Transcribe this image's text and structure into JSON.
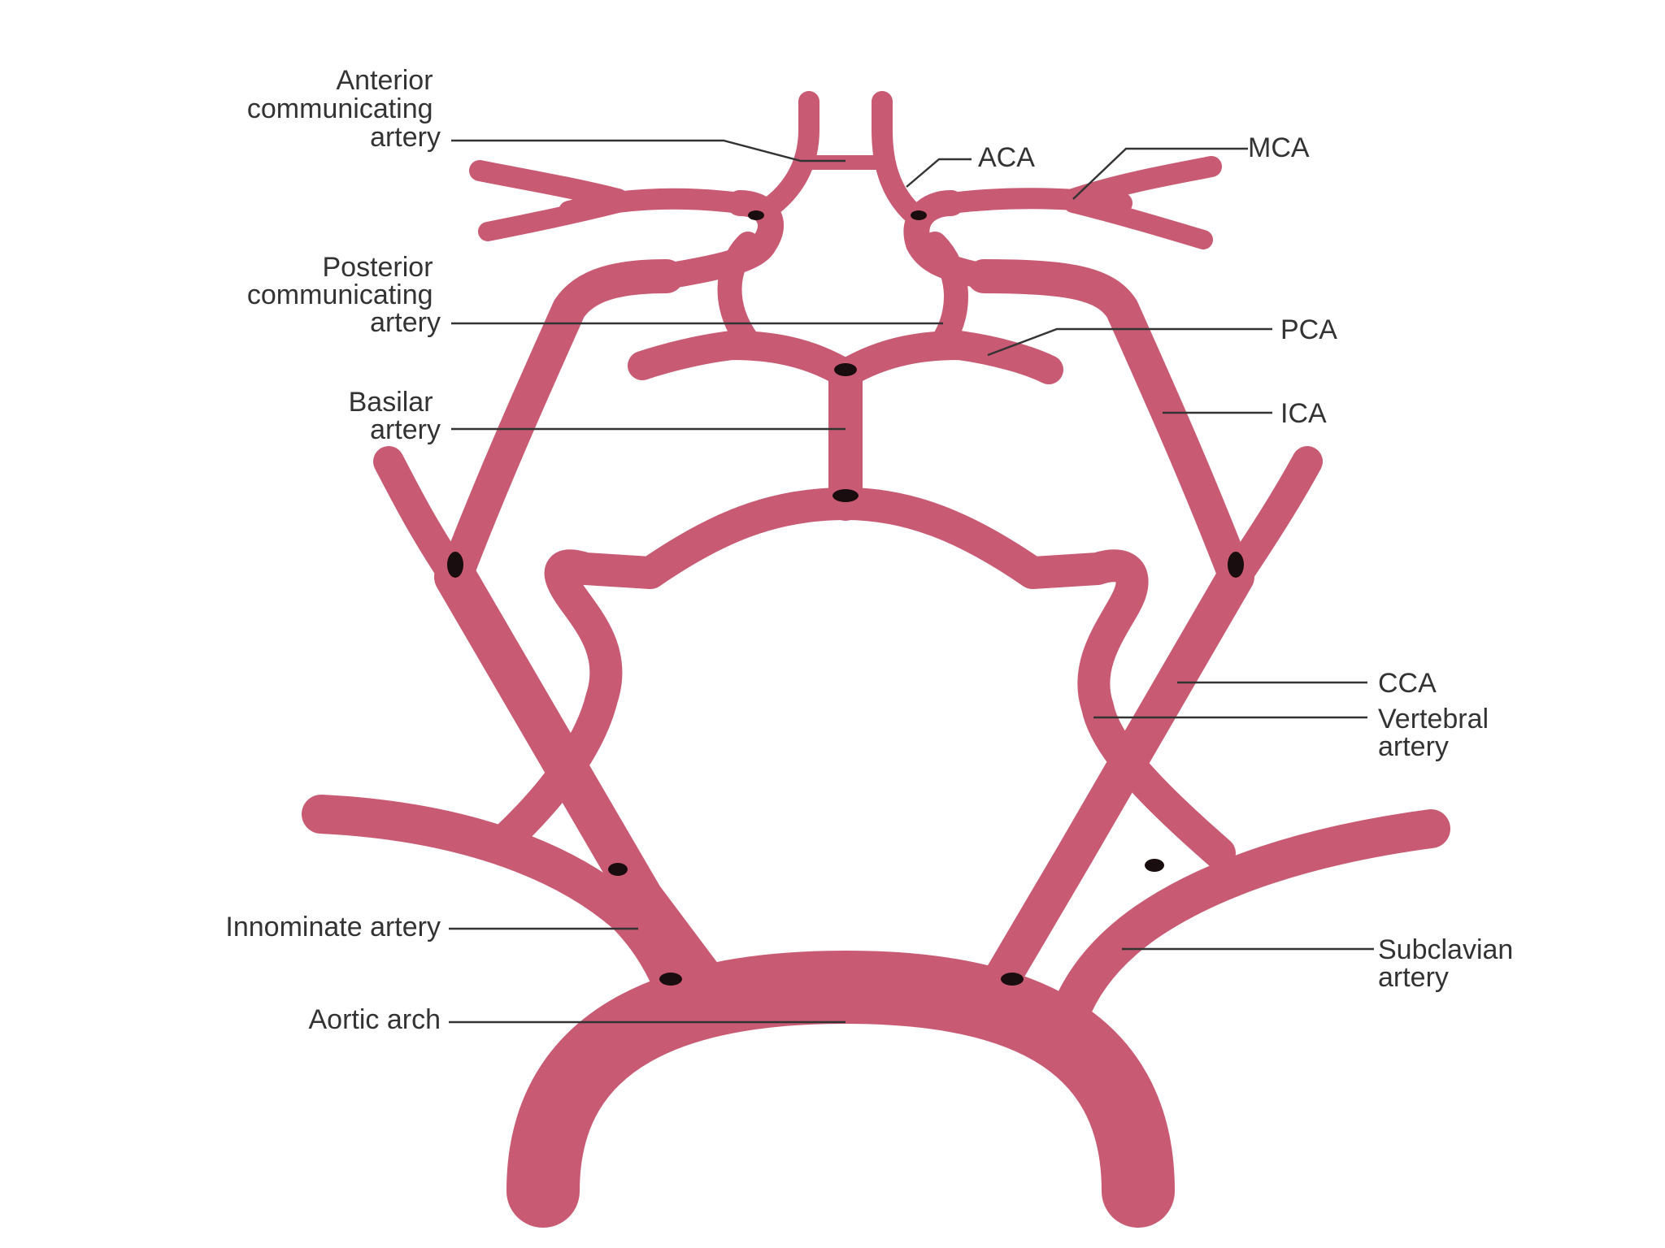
{
  "colors": {
    "artery": "#c95a73",
    "artery_dark": "#1a0d10",
    "label_text": "#333333",
    "leader_line": "#333333",
    "background": "#ffffff"
  },
  "labels": {
    "anterior_communicating_artery": [
      "Anterior",
      "communicating",
      "artery"
    ],
    "aca": "ACA",
    "mca": "MCA",
    "posterior_communicating_artery": [
      "Posterior",
      "communicating",
      "artery"
    ],
    "pca": "PCA",
    "basilar_artery": [
      "Basilar",
      "artery"
    ],
    "ica": "ICA",
    "cca": "CCA",
    "vertebral_artery": [
      "Vertebral",
      "artery"
    ],
    "innominate_artery": "Innominate artery",
    "subclavian_artery": [
      "Subclavian",
      "artery"
    ],
    "aortic_arch": "Aortic arch"
  }
}
